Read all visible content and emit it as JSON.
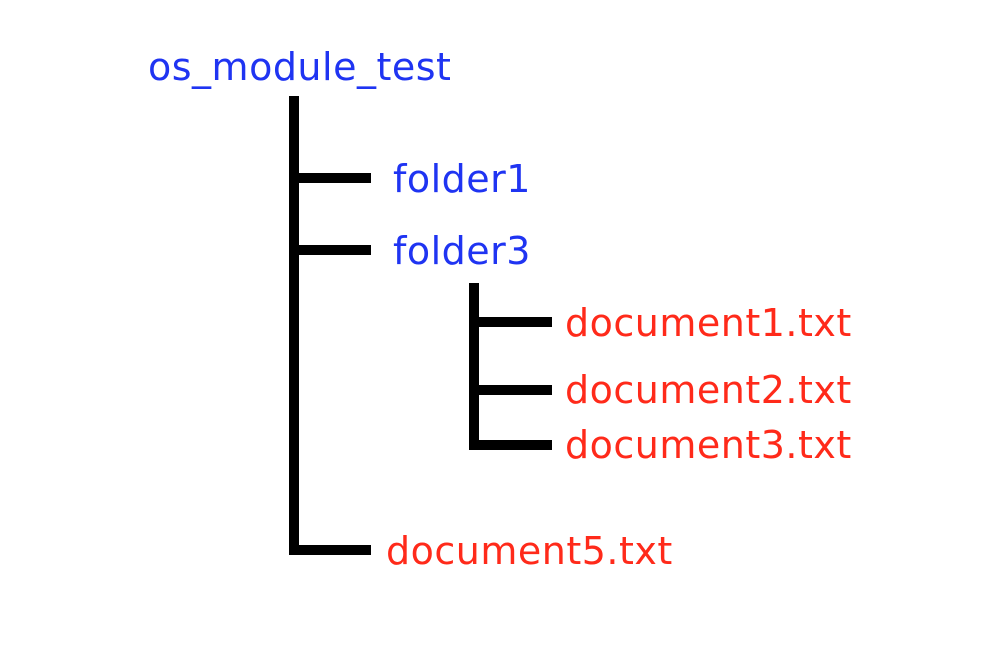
{
  "colors": {
    "folder": "#1f34f2",
    "file": "#ff2a1a",
    "connector": "#000000"
  },
  "tree": {
    "root": "os_module_test",
    "children": [
      {
        "name": "folder1",
        "type": "folder"
      },
      {
        "name": "folder3",
        "type": "folder",
        "children": [
          {
            "name": "document1.txt",
            "type": "file"
          },
          {
            "name": "document2.txt",
            "type": "file"
          },
          {
            "name": "document3.txt",
            "type": "file"
          }
        ]
      },
      {
        "name": "document5.txt",
        "type": "file"
      }
    ]
  }
}
